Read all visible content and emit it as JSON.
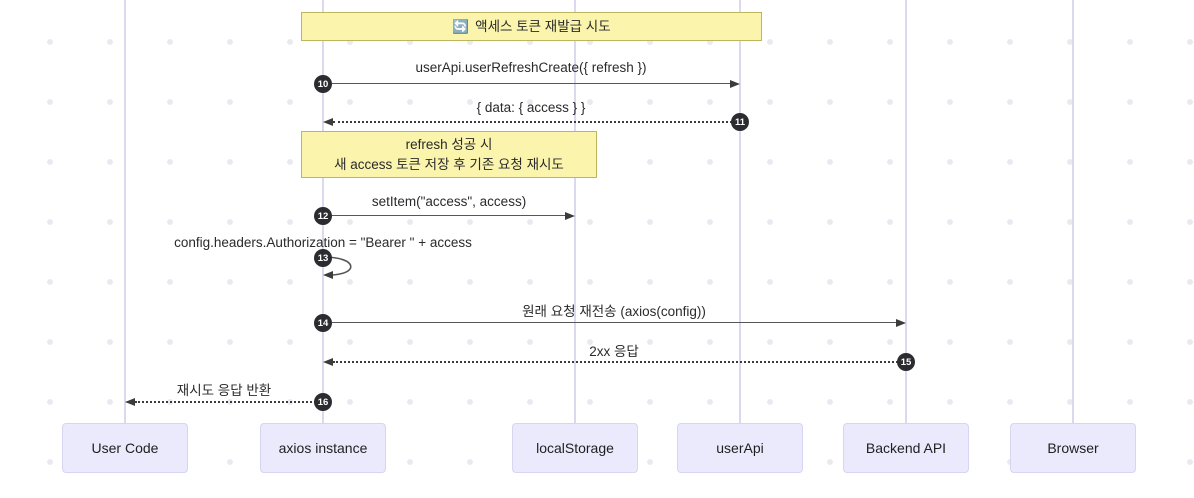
{
  "diagram": {
    "title_note": {
      "icon": "refresh-icon",
      "icon_glyph": "🔄",
      "text": "액세스 토큰 재발급 시도"
    },
    "mid_note": {
      "line1": "refresh 성공 시",
      "line2": "새 access 토큰 저장 후 기존 요청 재시도"
    },
    "messages": [
      {
        "num": "10",
        "label": "userApi.userRefreshCreate({ refresh })",
        "from": "axios instance",
        "to": "userApi",
        "line": "solid"
      },
      {
        "num": "11",
        "label": "{ data: { access } }",
        "from": "userApi",
        "to": "axios instance",
        "line": "dotted"
      },
      {
        "num": "12",
        "label": "setItem(\"access\", access)",
        "from": "axios instance",
        "to": "localStorage",
        "line": "solid"
      },
      {
        "num": "13",
        "label": "config.headers.Authorization = \"Bearer \" + access",
        "from": "axios instance",
        "to": "axios instance",
        "line": "self"
      },
      {
        "num": "14",
        "label": "원래 요청 재전송 (axios(config))",
        "from": "axios instance",
        "to": "Backend API",
        "line": "solid"
      },
      {
        "num": "15",
        "label": "2xx 응답",
        "from": "Backend API",
        "to": "axios instance",
        "line": "dotted"
      },
      {
        "num": "16",
        "label": "재시도 응답 반환",
        "from": "axios instance",
        "to": "User Code",
        "line": "dotted"
      }
    ],
    "participants": [
      {
        "label": "User Code"
      },
      {
        "label": "axios instance"
      },
      {
        "label": "localStorage"
      },
      {
        "label": "userApi"
      },
      {
        "label": "Backend API"
      },
      {
        "label": "Browser"
      }
    ],
    "colors": {
      "note_fill": "#faf4ad",
      "note_border": "#bdb65f",
      "actor_fill": "#eaeafc",
      "actor_border": "#d6d6f2",
      "lifeline": "#d9d9ef",
      "arrow": "#575757",
      "seq_badge": "#2b2b30",
      "dot_grid": "#e9e9ef"
    }
  }
}
